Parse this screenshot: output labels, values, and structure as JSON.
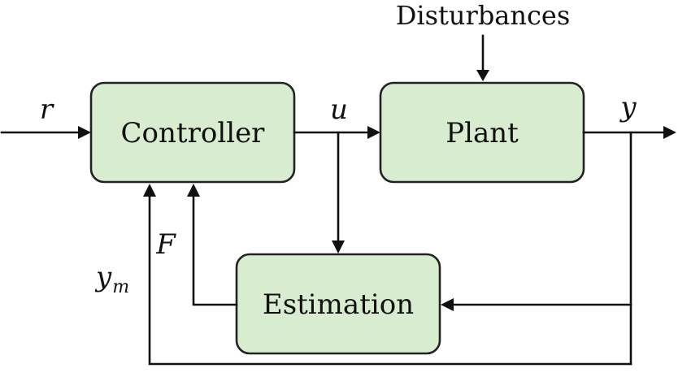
{
  "blocks": {
    "controller": "Controller",
    "plant": "Plant",
    "estimation": "Estimation"
  },
  "inputs": {
    "disturbances": "Disturbances"
  },
  "signals": {
    "reference": "r",
    "control": "u",
    "output": "y",
    "measured_base": "y",
    "measured_subscript": "m",
    "estimate": "F"
  },
  "colors": {
    "block_fill": "#d8ecd0",
    "stroke": "#111111"
  }
}
